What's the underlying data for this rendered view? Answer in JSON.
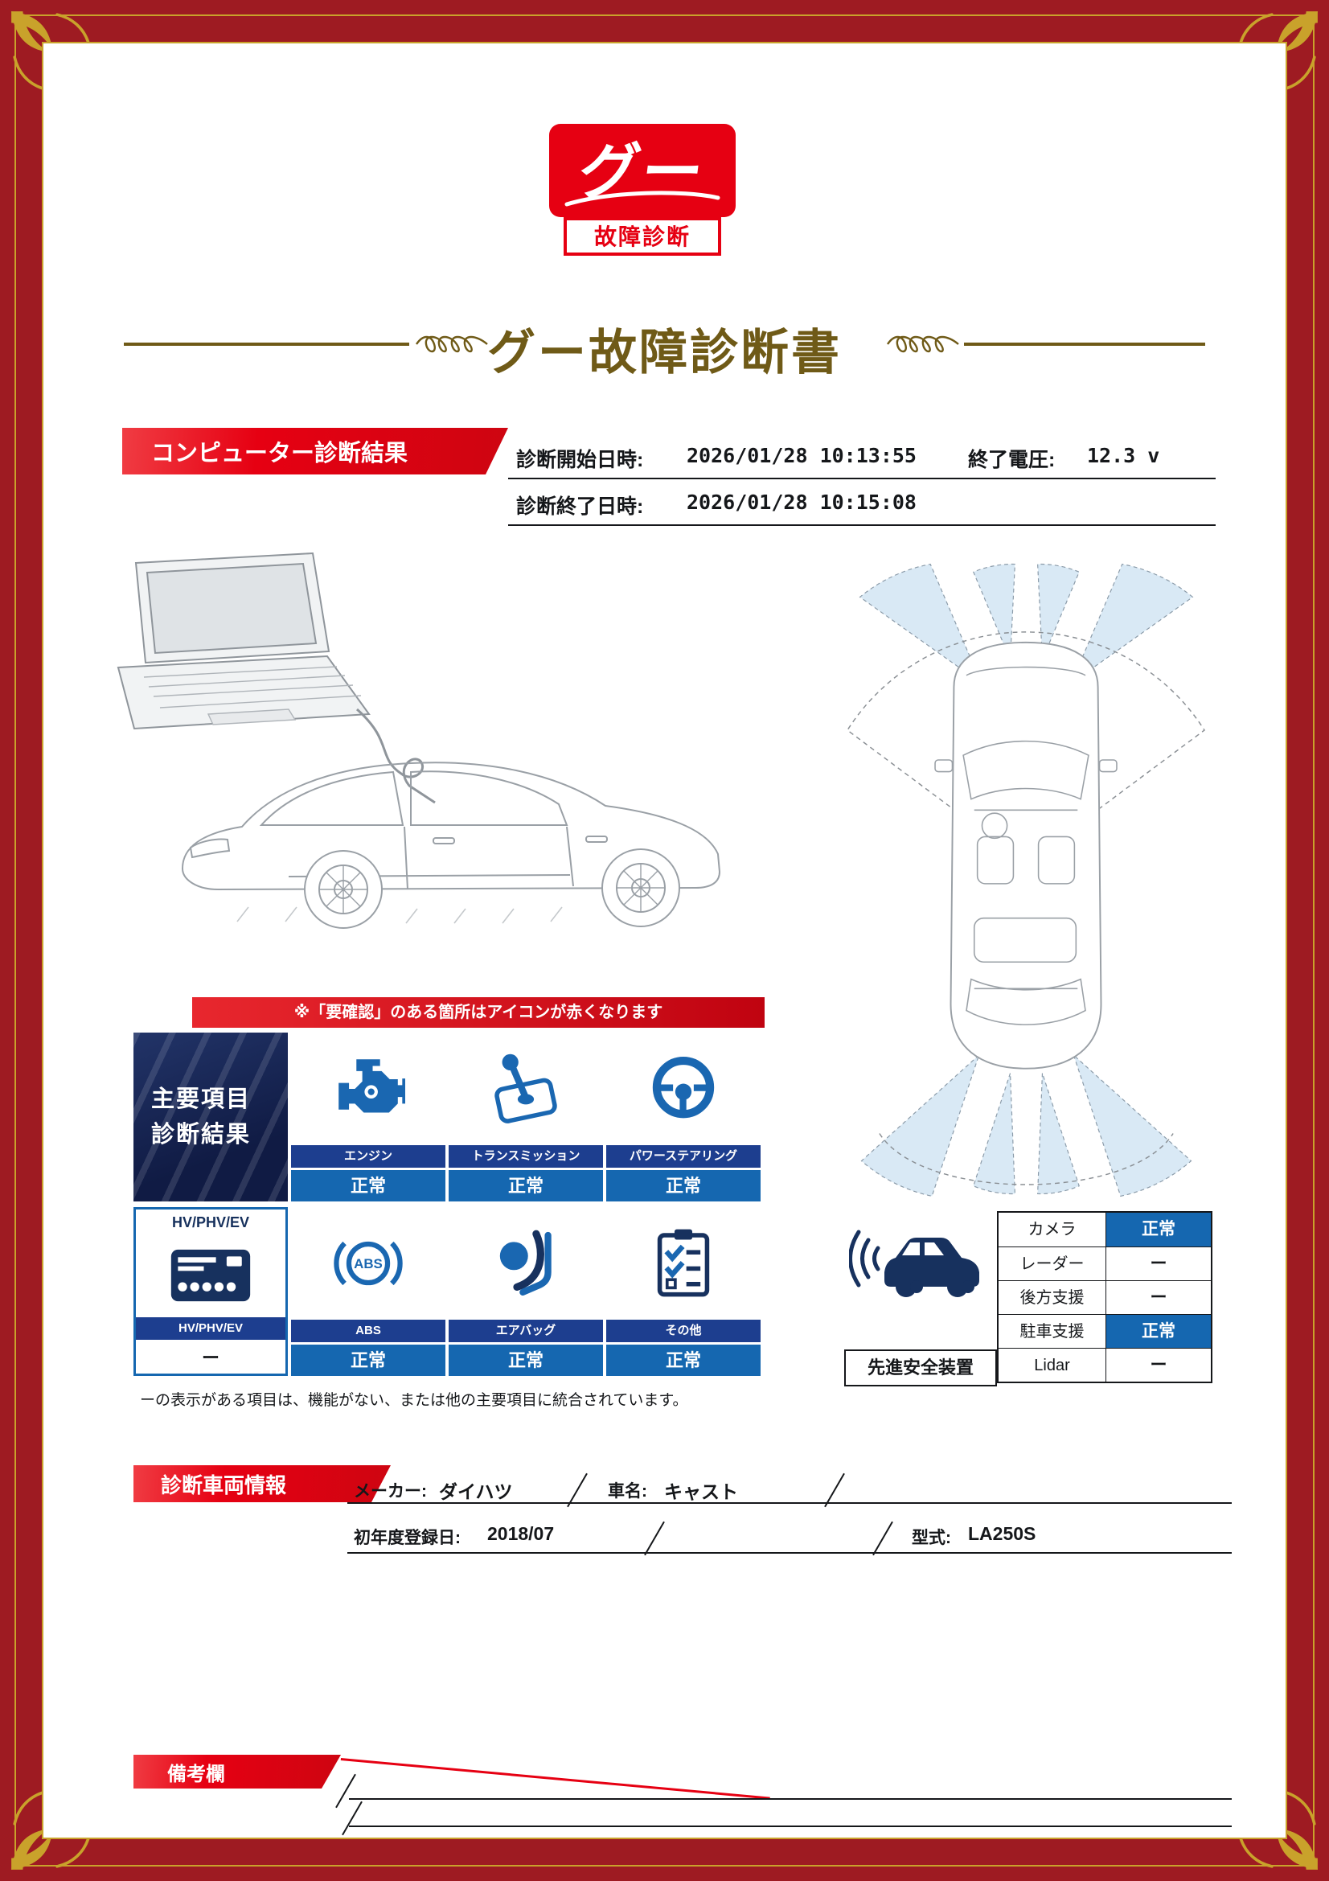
{
  "colors": {
    "frame_maroon": "#9E1B22",
    "gold": "#C9A22B",
    "accent_red": "#E60012",
    "title_brown": "#6F5A17",
    "icon_blue": "#1A67B1",
    "bar_navy": "#1D3E8F",
    "status_blue": "#1567B0"
  },
  "logo": {
    "top_text": "グー",
    "bottom_text": "故障診断"
  },
  "title": "グー故障診断書",
  "computer_diagnosis": {
    "section_title": "コンピューター診断結果",
    "start_label": "診断開始日時:",
    "start_value": "2026/01/28 10:13:55",
    "voltage_label": "終了電圧:",
    "voltage_value": "12.3 v",
    "end_label": "診断終了日時:",
    "end_value": "2026/01/28 10:15:08"
  },
  "diagnosis_grid": {
    "note_top": "※「要確認」のある箇所はアイコンが赤くなります",
    "header_line1": "主要項目",
    "header_line2": "診断結果",
    "items": [
      {
        "label": "エンジン",
        "status": "正常",
        "icon": "engine-icon"
      },
      {
        "label": "トランスミッション",
        "status": "正常",
        "icon": "transmission-icon"
      },
      {
        "label": "パワーステアリング",
        "status": "正常",
        "icon": "steering-wheel-icon"
      },
      {
        "top_label": "HV/PHV/EV",
        "label": "HV/PHV/EV",
        "status": "ー",
        "icon": "hv-battery-monitor-icon"
      },
      {
        "label": "ABS",
        "status": "正常",
        "icon": "abs-icon"
      },
      {
        "label": "エアバッグ",
        "status": "正常",
        "icon": "airbag-icon"
      },
      {
        "label": "その他",
        "status": "正常",
        "icon": "checklist-icon"
      }
    ],
    "note_bottom": "ーの表示がある項目は、機能がない、または他の主要項目に統合されています。"
  },
  "safety_devices": {
    "label": "先進安全装置",
    "icon": "car-sensor-icon",
    "rows": [
      {
        "name": "カメラ",
        "status": "正常"
      },
      {
        "name": "レーダー",
        "status": "ー"
      },
      {
        "name": "後方支援",
        "status": "ー"
      },
      {
        "name": "駐車支援",
        "status": "正常"
      },
      {
        "name": "Lidar",
        "status": "ー"
      }
    ]
  },
  "vehicle_info": {
    "section_title": "診断車両情報",
    "maker_label": "メーカー:",
    "maker_value": "ダイハツ",
    "car_name_label": "車名:",
    "car_name_value": "キャスト",
    "registration_label": "初年度登録日:",
    "registration_value": "2018/07",
    "model_label": "型式:",
    "model_value": "LA250S"
  },
  "remarks": {
    "section_title": "備考欄"
  }
}
